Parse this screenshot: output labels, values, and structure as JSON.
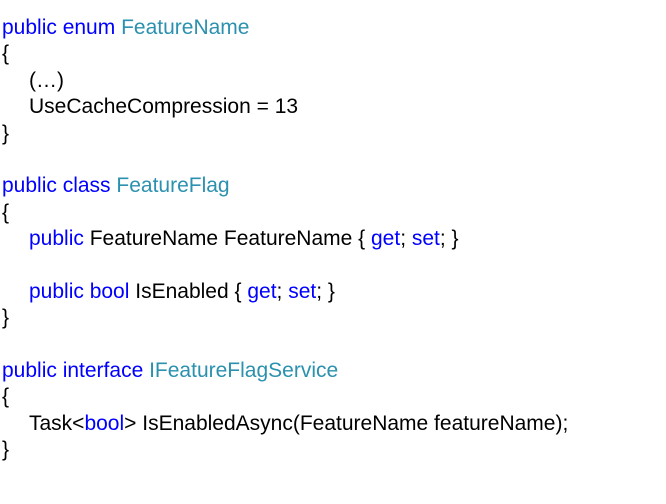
{
  "keyword_color": "#0000ff",
  "type_color": "#2b91af",
  "text_color": "#000000",
  "lines": [
    [
      {
        "text": "public enum ",
        "kind": "kw"
      },
      {
        "text": "FeatureName",
        "kind": "type"
      }
    ],
    [
      {
        "text": "{",
        "kind": "plain"
      }
    ],
    [
      {
        "text": "(…)",
        "kind": "plain",
        "indent": true
      }
    ],
    [
      {
        "text": "UseCacheCompression = 13",
        "kind": "plain",
        "indent": true
      }
    ],
    [
      {
        "text": "}",
        "kind": "plain"
      }
    ],
    [],
    [
      {
        "text": "public class ",
        "kind": "kw"
      },
      {
        "text": "FeatureFlag",
        "kind": "type"
      }
    ],
    [
      {
        "text": "{",
        "kind": "plain"
      }
    ],
    [
      {
        "text": "public ",
        "kind": "kw",
        "indent": true
      },
      {
        "text": "FeatureName FeatureName { ",
        "kind": "plain"
      },
      {
        "text": "get",
        "kind": "kw"
      },
      {
        "text": "; ",
        "kind": "plain"
      },
      {
        "text": "set",
        "kind": "kw"
      },
      {
        "text": "; }",
        "kind": "plain"
      }
    ],
    [],
    [
      {
        "text": "public bool ",
        "kind": "kw",
        "indent": true
      },
      {
        "text": "IsEnabled { ",
        "kind": "plain"
      },
      {
        "text": "get",
        "kind": "kw"
      },
      {
        "text": "; ",
        "kind": "plain"
      },
      {
        "text": "set",
        "kind": "kw"
      },
      {
        "text": "; }",
        "kind": "plain"
      }
    ],
    [
      {
        "text": "}",
        "kind": "plain"
      }
    ],
    [],
    [
      {
        "text": "public interface ",
        "kind": "kw"
      },
      {
        "text": "IFeatureFlagService",
        "kind": "type"
      }
    ],
    [
      {
        "text": "{",
        "kind": "plain"
      }
    ],
    [
      {
        "text": "Task<",
        "kind": "plain",
        "indent": true
      },
      {
        "text": "bool",
        "kind": "kw"
      },
      {
        "text": "> IsEnabledAsync(FeatureName featureName);",
        "kind": "plain"
      }
    ],
    [
      {
        "text": "}",
        "kind": "plain"
      }
    ]
  ]
}
